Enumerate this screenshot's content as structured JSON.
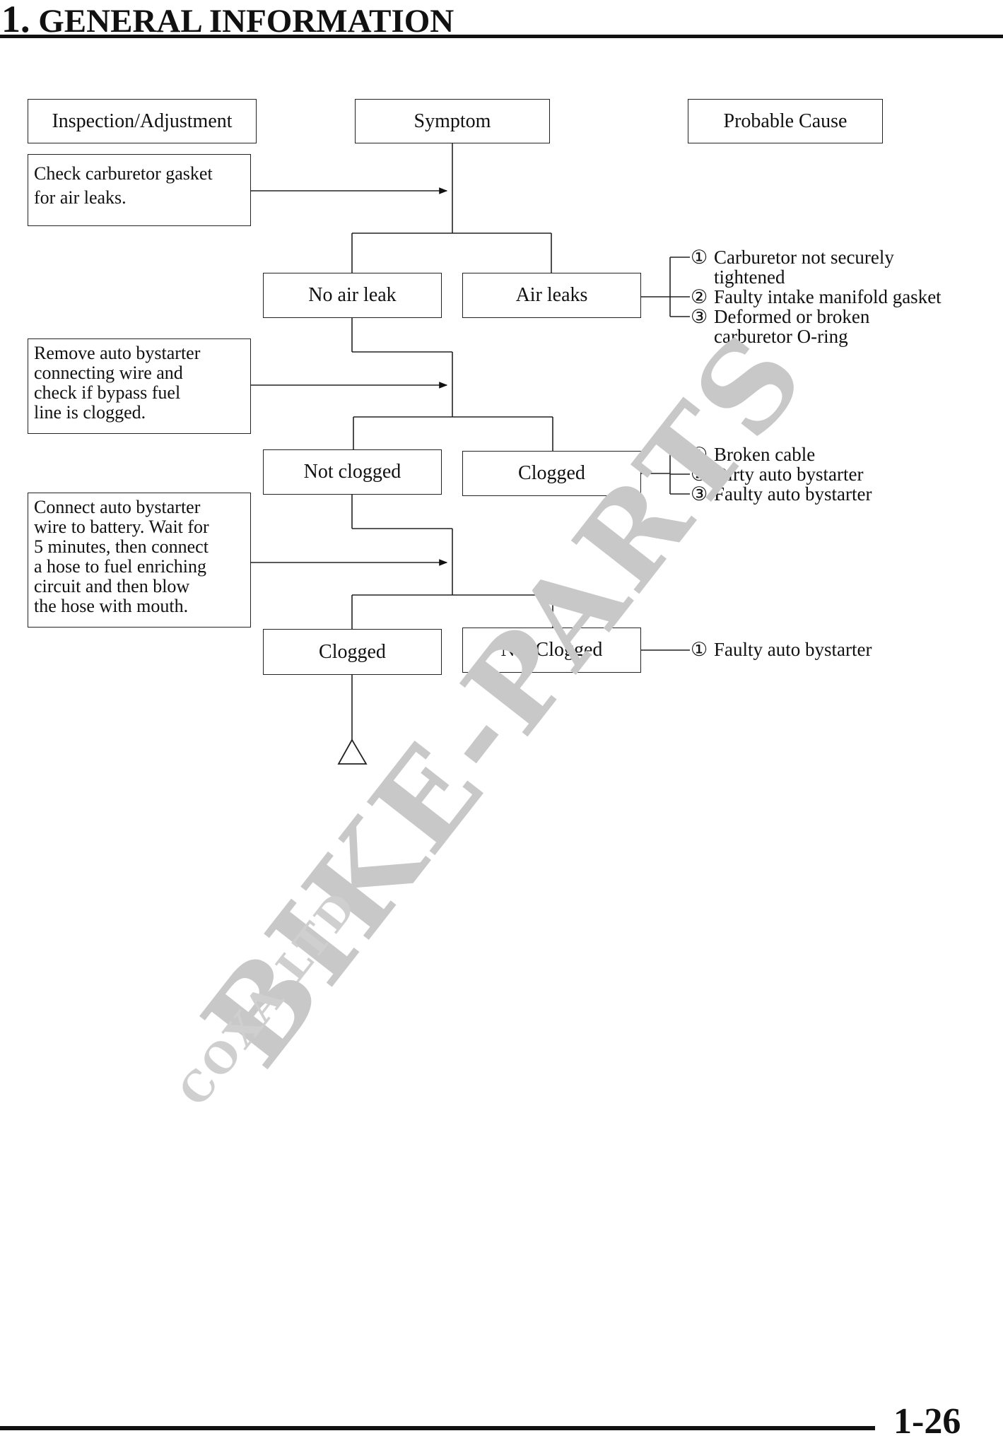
{
  "header": {
    "number": "1.",
    "title": "GENERAL INFORMATION"
  },
  "column_headers": {
    "inspection": "Inspection/Adjustment",
    "symptom": "Symptom",
    "cause": "Probable Cause"
  },
  "steps": [
    {
      "inspection": [
        "Check carburetor gasket",
        "for air leaks."
      ],
      "left_result": "No air leak",
      "right_result": "Air leaks",
      "causes": [
        {
          "icon": "circled-1",
          "glyph": "①",
          "lines": [
            "Carburetor not securely",
            "tightened"
          ]
        },
        {
          "icon": "circled-2",
          "glyph": "②",
          "lines": [
            "Faulty intake manifold gasket"
          ]
        },
        {
          "icon": "circled-3",
          "glyph": "③",
          "lines": [
            "Deformed or broken",
            "carburetor O-ring"
          ]
        }
      ]
    },
    {
      "inspection": [
        "Remove auto bystarter",
        "connecting wire and",
        "check if bypass fuel",
        "line is clogged."
      ],
      "left_result": "Not clogged",
      "right_result": "Clogged",
      "causes": [
        {
          "icon": "circled-1",
          "glyph": "①",
          "lines": [
            "Broken cable"
          ]
        },
        {
          "icon": "circled-2",
          "glyph": "②",
          "lines": [
            "Dirty auto bystarter"
          ]
        },
        {
          "icon": "circled-3",
          "glyph": "③",
          "lines": [
            "Faulty auto bystarter"
          ]
        }
      ]
    },
    {
      "inspection": [
        "Connect auto bystarter",
        "wire to battery. Wait for",
        "5 minutes, then connect",
        "a hose to fuel enriching",
        "circuit and then blow",
        "the hose with mouth."
      ],
      "left_result": "Clogged",
      "right_result": "Not Clogged",
      "causes": [
        {
          "icon": "circled-1",
          "glyph": "①",
          "lines": [
            "Faulty auto bystarter"
          ]
        }
      ]
    }
  ],
  "continuation_icon": "triangle-continue-icon",
  "watermark": {
    "main": "BIKE-PARTS",
    "sub": "COXA LTD"
  },
  "page_number": "1-26"
}
